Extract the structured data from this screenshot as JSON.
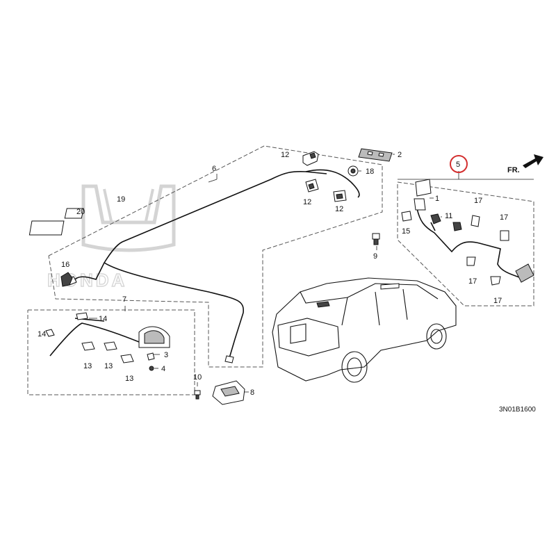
{
  "diagram": {
    "code": "3N01B1600",
    "direction_label": "FR.",
    "watermark_text": "HONDA",
    "highlight_color": "#d32f2f",
    "highlighted_part": "5"
  },
  "callouts": {
    "p1": "1",
    "p2": "2",
    "p3": "3",
    "p4": "4",
    "p5": "5",
    "p6": "6",
    "p7": "7",
    "p8": "8",
    "p9": "9",
    "p10": "10",
    "p11": "11",
    "p12a": "12",
    "p12b": "12",
    "p12c": "12",
    "p13a": "13",
    "p13b": "13",
    "p13c": "13",
    "p14a": "14",
    "p14b": "14",
    "p15": "15",
    "p16": "16",
    "p17a": "17",
    "p17b": "17",
    "p17c": "17",
    "p17d": "17",
    "p18": "18",
    "p19": "19",
    "p20": "20"
  }
}
